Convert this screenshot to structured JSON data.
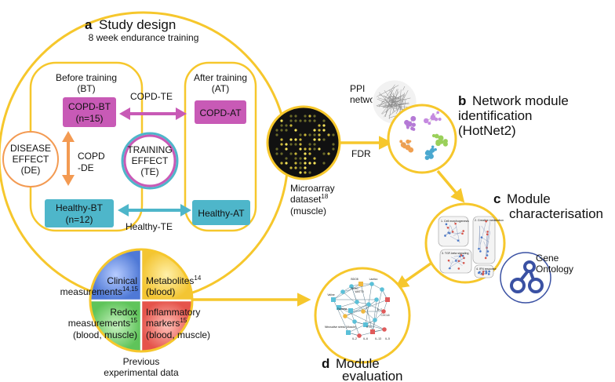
{
  "panel_a": {
    "letter": "a",
    "title": "Study design",
    "subtitle": "8 week endurance training",
    "before": {
      "line1": "Before training",
      "line2": "(BT)"
    },
    "after": {
      "line1": "After training",
      "line2": "(AT)"
    },
    "copd_bt": {
      "line1": "COPD-BT",
      "line2": "(n=15)"
    },
    "copd_at": "COPD-AT",
    "healthy_bt": {
      "line1": "Healthy-BT",
      "line2": "(n=12)"
    },
    "healthy_at": "Healthy-AT",
    "copd_te": "COPD-TE",
    "healthy_te": "Healthy-TE",
    "copd_de": {
      "line1": "COPD",
      "line2": "-DE"
    },
    "disease_effect": {
      "line1": "DISEASE",
      "line2": "EFFECT",
      "line3": "(DE)"
    },
    "training_effect": {
      "line1": "TRAINING",
      "line2": "EFFECT",
      "line3": "(TE)"
    }
  },
  "microarray": {
    "line1": "Microarray",
    "line2": "dataset",
    "sup": "18",
    "line3": "(muscle)"
  },
  "fdr": "FDR",
  "ppi": {
    "line1": "PPI",
    "line2": "networks"
  },
  "panel_b": {
    "letter": "b",
    "line1": "Network module",
    "line2": "identification",
    "line3": "(HotNet2)"
  },
  "panel_c": {
    "letter": "c",
    "line1": "Module",
    "line2": "characterisation",
    "mini_labels": [
      "1. Cell morphogenesis",
      "2. Creatine metabolism",
      "3. TGF-beta signaling",
      "4. IFN response"
    ]
  },
  "gene_ontology": {
    "line1": "Gene",
    "line2": "Ontology"
  },
  "panel_d": {
    "letter": "d",
    "line1": "Module",
    "line2": "evaluation",
    "nodes": [
      "BDO8",
      "Lactico",
      "PFHG",
      "Valine",
      "WATT5",
      "Tyrosine",
      "IL-7",
      "CXCL6",
      "IFN",
      "Nitrosative stress (Muscle)",
      "IL-6",
      "IL-13",
      "IL-2",
      "IL-5"
    ]
  },
  "previous": {
    "clinical": {
      "line1": "Clinical",
      "line2": "measurements",
      "sup": "14,15"
    },
    "metabolites": {
      "line1": "Metabolites",
      "sup": "14",
      "line2": "(blood)"
    },
    "redox": {
      "line1": "Redox",
      "line2": "measurements",
      "sup": "15",
      "line3": "(blood, muscle)"
    },
    "inflammatory": {
      "line1": "Inflammatory",
      "line2": "markers",
      "sup": "15",
      "line3": "(blood, muscle)"
    },
    "caption": {
      "line1": "Previous",
      "line2": "experimental data"
    }
  },
  "colors": {
    "yellow": "#f6c72c",
    "magenta": "#c85ab6",
    "cyan": "#4eb6ca",
    "orange": "#f39a52",
    "pie_blue": "#6e9be0",
    "pie_yellow": "#f9d55a",
    "pie_green": "#7fd47a",
    "pie_red": "#f0726a",
    "ontology_blue": "#3a51a3"
  }
}
